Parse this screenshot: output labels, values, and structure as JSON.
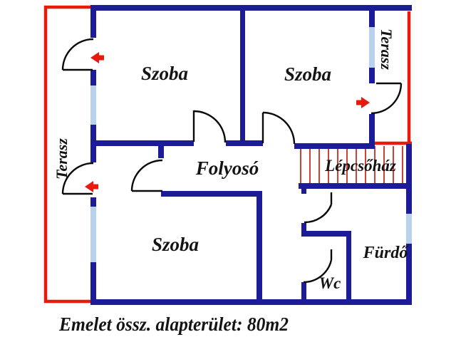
{
  "plan": {
    "caption": "Emelet össz. alapterület: 80m2",
    "rooms": {
      "szoba_top_left": "Szoba",
      "szoba_top_right": "Szoba",
      "szoba_bottom": "Szoba",
      "folyoso": "Folyosó",
      "lepcsohaz": "Lépcsőház",
      "furdo": "Fürdő",
      "wc": "Wc",
      "terasz_left": "Terasz",
      "terasz_right": "Terasz"
    },
    "exit_arrows": [
      {
        "location": "upper terrace door on left wall",
        "direction": "left"
      },
      {
        "location": "lower terrace door on left wall",
        "direction": "left"
      },
      {
        "location": "terrace door on upper right wall",
        "direction": "right"
      }
    ]
  },
  "theme": {
    "wall_color": "#1c1c96",
    "window_color": "#b8d2ec",
    "terrace_outline_color": "#e8190d",
    "stair_hatch_color": "#cf4038",
    "door_arc_color": "#0a0a0a",
    "label_color": "#141414",
    "background": "#ffffff"
  }
}
